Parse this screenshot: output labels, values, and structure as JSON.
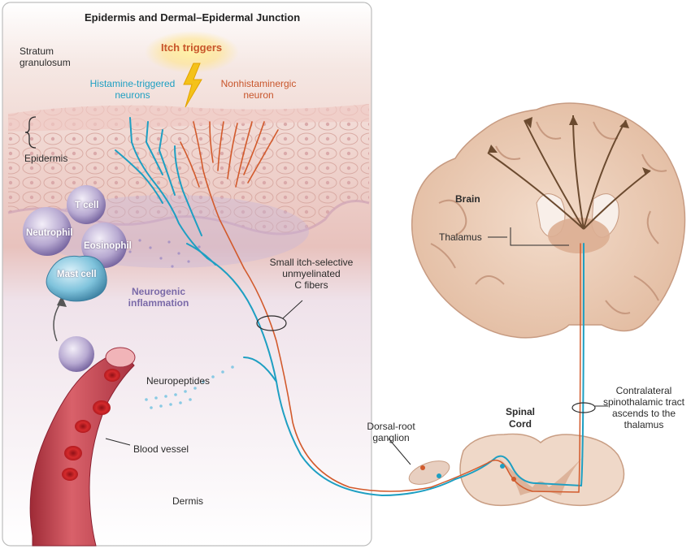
{
  "title": "Epidermis and Dermal–Epidermal Junction",
  "labels": {
    "stratum_line1": "Stratum",
    "stratum_line2": "granulosum",
    "epidermis": "Epidermis",
    "itch_triggers": "Itch triggers",
    "histamine_line1": "Histamine-triggered",
    "histamine_line2": "neurons",
    "nonhistamine_line1": "Nonhistaminergic",
    "nonhistamine_line2": "neuron",
    "t_cell": "T cell",
    "neutrophil": "Neutrophil",
    "eosinophil": "Eosinophil",
    "mast_cell": "Mast cell",
    "neurogenic_line1": "Neurogenic",
    "neurogenic_line2": "inflammation",
    "cfibers_line1": "Small itch-selective",
    "cfibers_line2": "unmyelinated",
    "cfibers_line3": "C fibers",
    "neuropeptides": "Neuropeptides",
    "blood_vessel": "Blood vessel",
    "dermis": "Dermis",
    "brain": "Brain",
    "thalamus": "Thalamus",
    "tract_line1": "Contralateral",
    "tract_line2": "spinothalamic tract",
    "tract_line3": "ascends to the",
    "tract_line4": "thalamus",
    "spinal_line1": "Spinal",
    "spinal_line2": "Cord",
    "drg_line1": "Dorsal-root",
    "drg_line2": "ganglion"
  },
  "colors": {
    "histamine_fiber": "#1e9fc2",
    "nonhistamine_fiber": "#d25a2c",
    "skin": "#f2d9cf",
    "brain": "#e9c9b1",
    "vessel": "#c8424e",
    "inflammation": "#7a6aa8"
  }
}
